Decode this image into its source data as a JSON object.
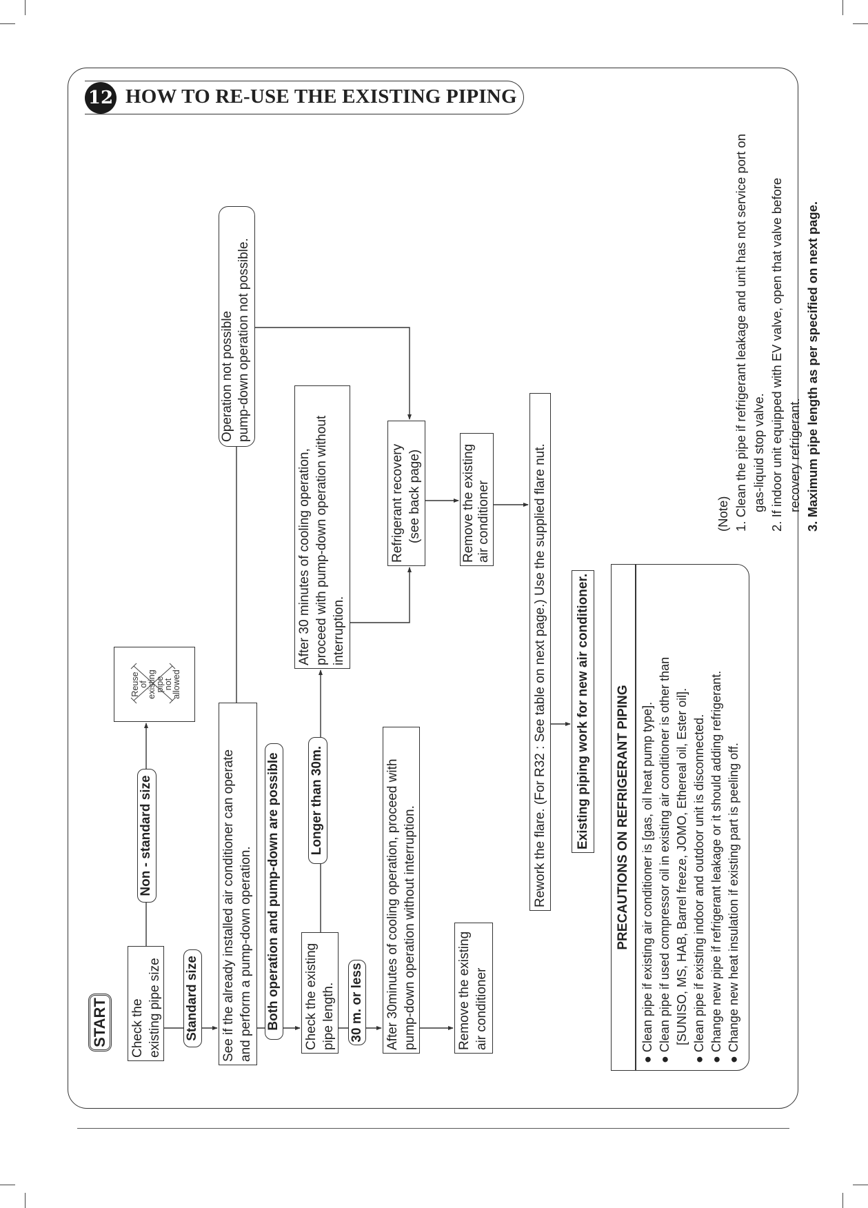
{
  "header": {
    "section_number": "12",
    "title": "HOW TO RE-USE THE EXISTING PIPING"
  },
  "flow": {
    "start": "START",
    "check_size": [
      "Check the",
      "existing pipe size"
    ],
    "standard_size": "Standard size",
    "non_standard_size": "Non - standard size",
    "reuse_not_allowed": [
      "Reuse",
      "of",
      "existing",
      "pipe",
      "not",
      "allowed"
    ],
    "see_if": [
      "See if the already installed air conditioner can operate",
      "and perform a pump-down operation."
    ],
    "both_possible": "Both operation and pump-down are possible",
    "check_length": [
      "Check the existing",
      "pipe length."
    ],
    "thirty_or_less": "30 m. or less",
    "longer_than": "Longer than 30m.",
    "after_30_short": [
      "After 30minutes of cooling operation, proceed with",
      "pump-down operation without interruption."
    ],
    "remove_left": [
      "Remove the existing",
      "air conditioner"
    ],
    "after_30_long": [
      "After 30 minutes of cooling operation,",
      "proceed with pump-down operation without",
      "interruption."
    ],
    "operation_not_possible": [
      "Operation not possible",
      "pump-down operation not possible."
    ],
    "refrigerant_recovery": [
      "Refrigerant recovery",
      "(see back page)"
    ],
    "remove_right": [
      "Remove the existing",
      "air conditioner"
    ],
    "rework_flare": "Rework the flare. (For R32 : See table on next page.) Use the supplied flare nut.",
    "existing_piping_work": "Existing piping work for new air conditioner."
  },
  "precautions": {
    "title": "PRECAUTIONS ON REFRIGERANT PIPING",
    "items": [
      "Clean pipe if existing air conditioner is [gas, oil heat pump type].",
      "Clean pipe if used compressor oil in existing air conditioner is other than",
      "[SUNISO, MS, HAB, Barrel freeze, JOMO, Ethereal oil, Ester oil].",
      "Clean pipe if existing indoor and outdoor unit is disconnected.",
      "Change new pipe if refrigerant leakage or it should adding refrigerant.",
      "Change new heat insulation if existing part is peeling off."
    ]
  },
  "note": {
    "heading": "(Note)",
    "lines": [
      "1. Clean the pipe if refrigerant leakage and unit has not service port on",
      "gas-liquid stop valve.",
      "2. If indoor unit equipped with EV valve, open that valve before",
      "recovery refrigerant.",
      "3. Maximum pipe length as per specified on next page."
    ]
  }
}
